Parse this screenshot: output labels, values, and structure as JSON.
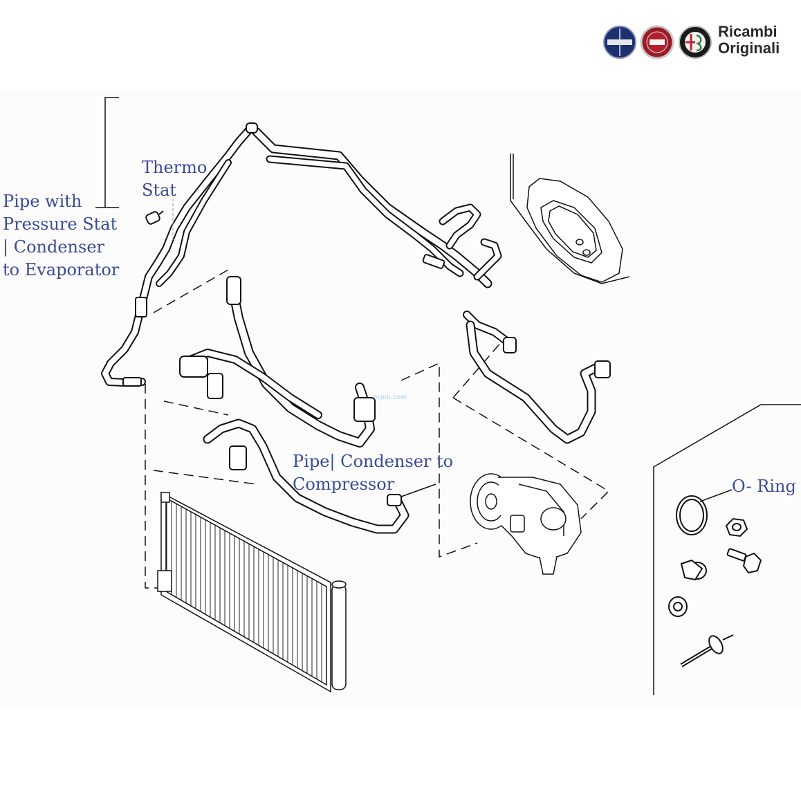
{
  "brand": {
    "line1": "Ricambi",
    "line2": "Originali",
    "logos": [
      "lancia-logo",
      "fiat-logo",
      "alfa-romeo-logo"
    ]
  },
  "labels": {
    "thermo_stat_line1": "Thermo",
    "thermo_stat_line2": "Stat",
    "pressure_pipe_line1": "Pipe with",
    "pressure_pipe_line2": "Pressure Stat",
    "pressure_pipe_line3": "| Condenser",
    "pressure_pipe_line4": "to Evaporator",
    "compressor_pipe_line1": "Pipe| Condenser to",
    "compressor_pipe_line2": "Compressor",
    "o_ring": "O- Ring"
  },
  "watermark": "erpm.com",
  "colors": {
    "label": "#3b4a9a",
    "line_art": "#111111",
    "background": "#ffffff"
  }
}
